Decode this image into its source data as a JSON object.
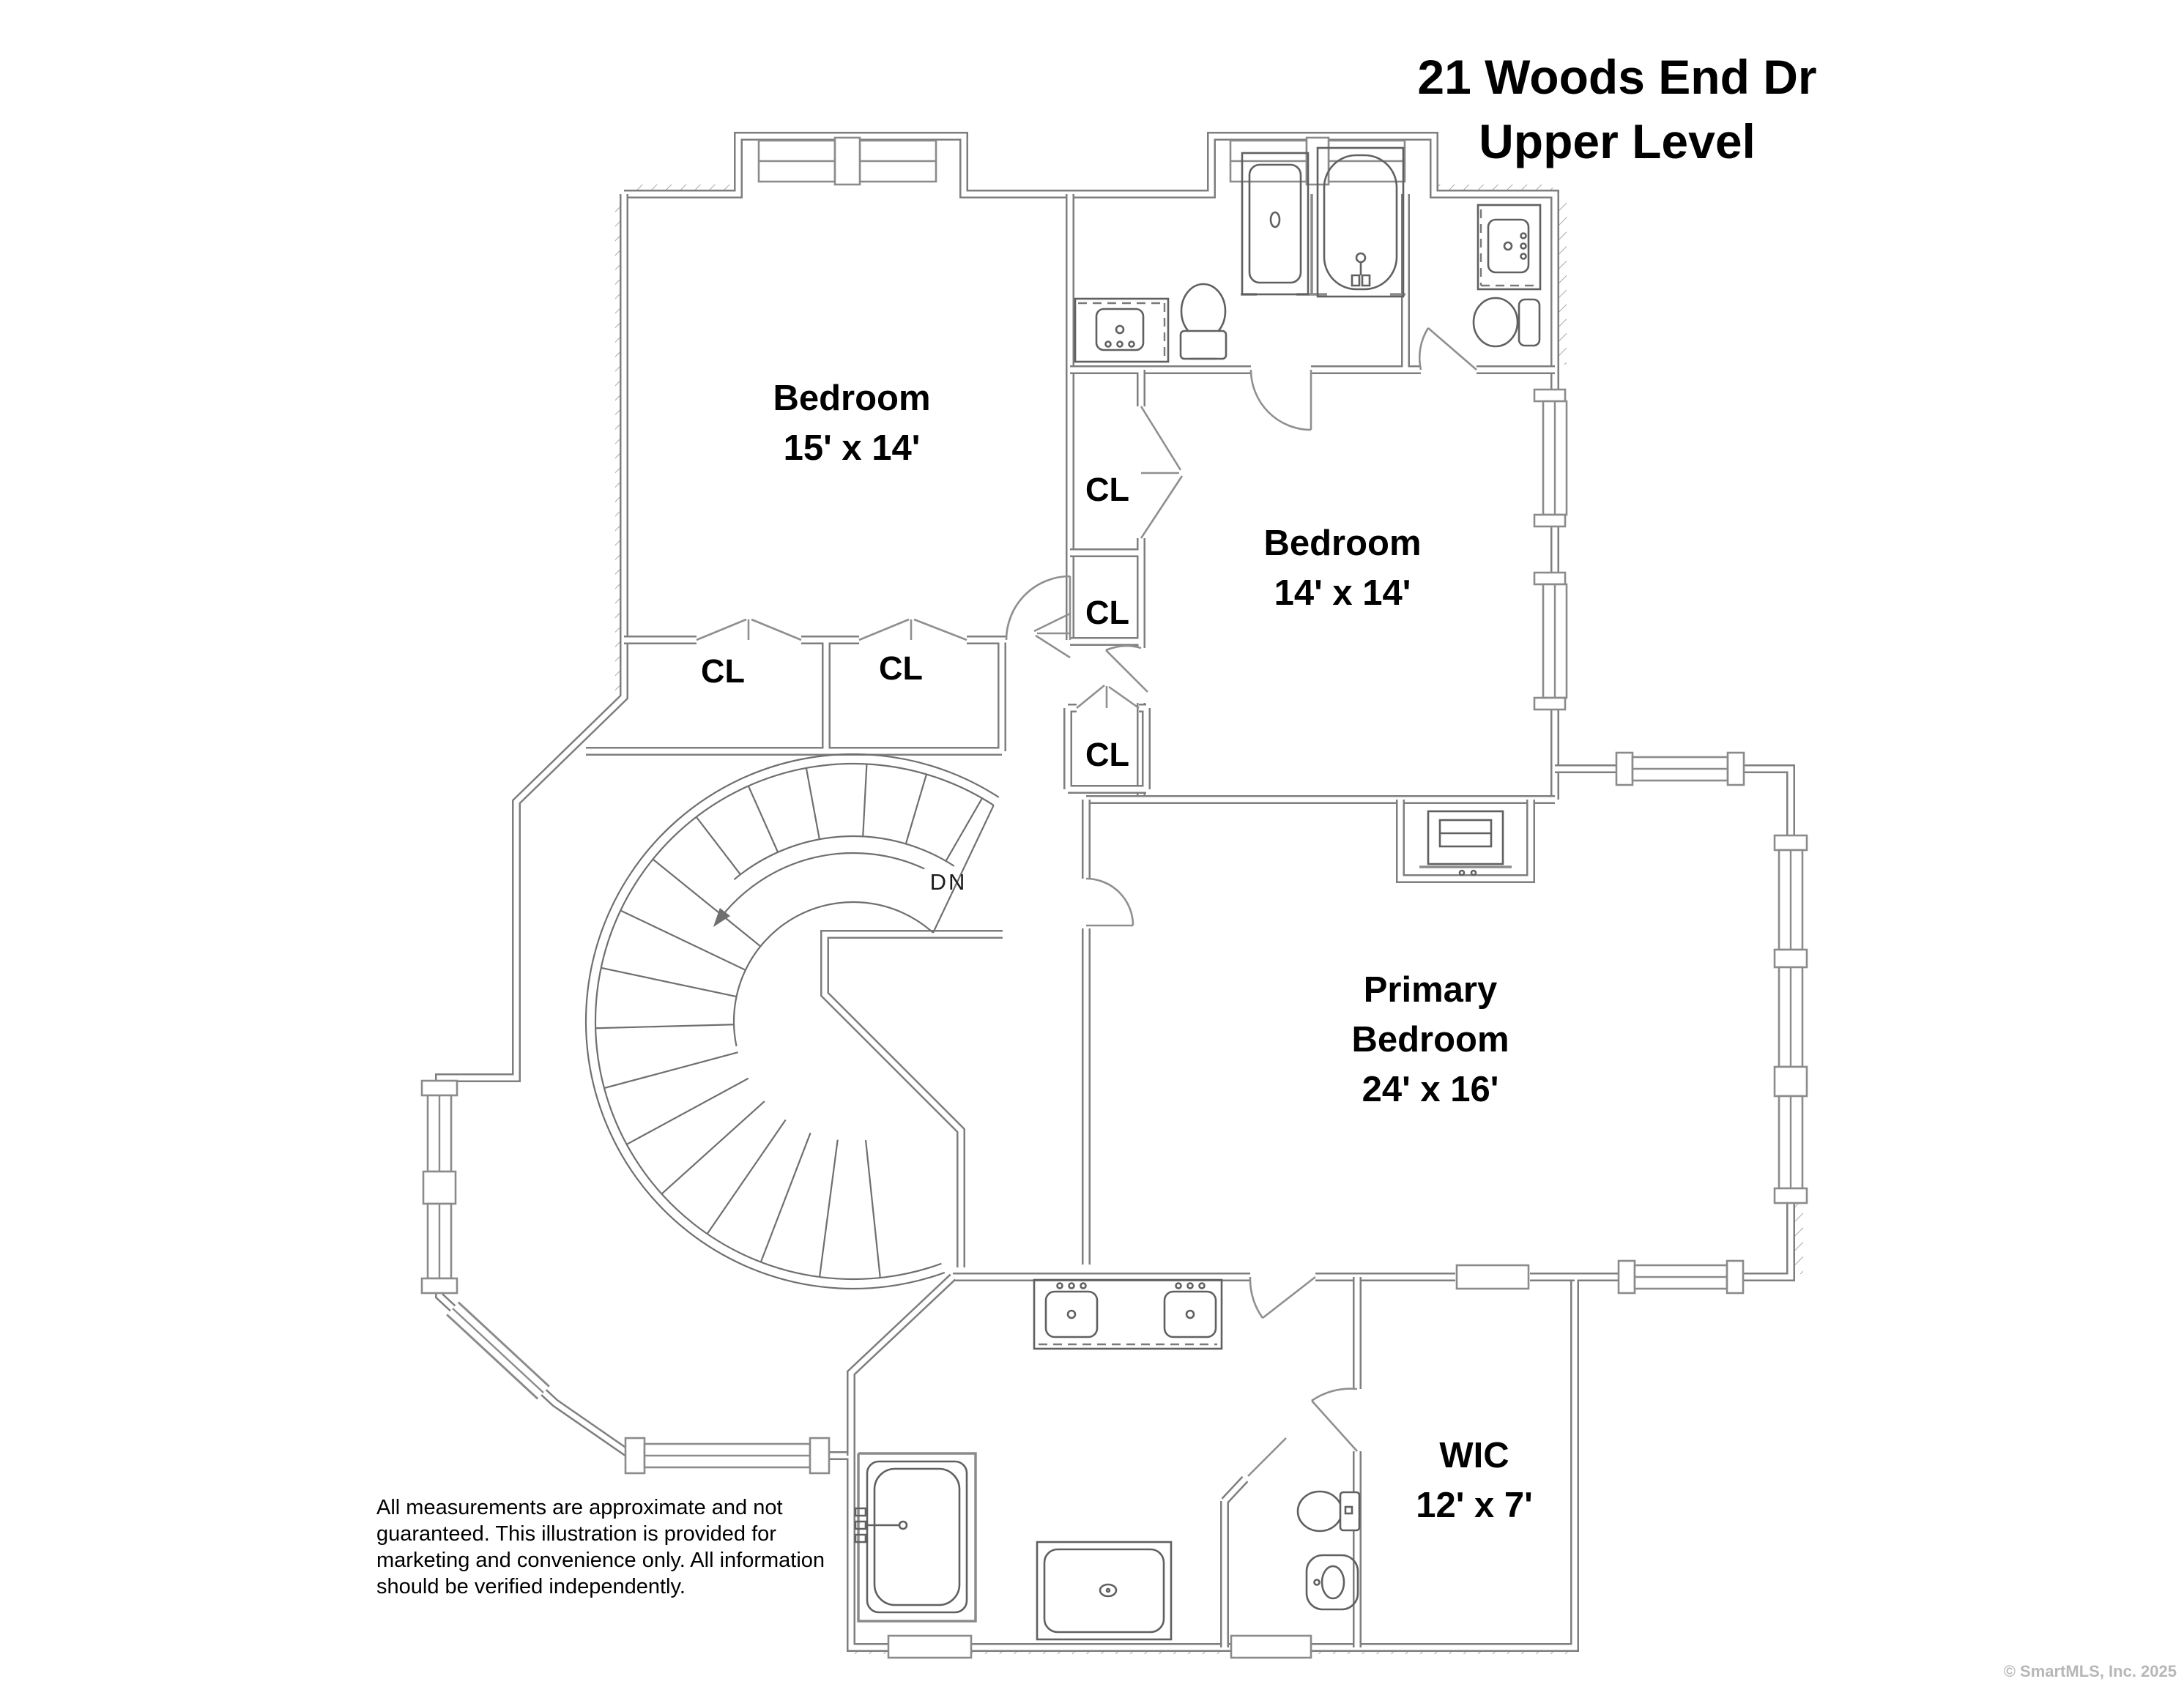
{
  "title": {
    "line1": "21 Woods End Dr",
    "line2": "Upper Level"
  },
  "rooms": [
    {
      "id": "bedroom-1",
      "name": "Bedroom",
      "dims": "15' x 14'"
    },
    {
      "id": "bedroom-2",
      "name": "Bedroom",
      "dims": "14' x 14'"
    },
    {
      "id": "primary-bedroom",
      "name1": "Primary",
      "name2": "Bedroom",
      "dims": "24' x 16'"
    },
    {
      "id": "wic",
      "name": "WIC",
      "dims": "12' x 7'"
    }
  ],
  "closets": {
    "label": "CL",
    "count": 5
  },
  "stairs": {
    "label": "DN",
    "type": "curved-staircase"
  },
  "disclaimer": {
    "lines": [
      "All measurements are approximate and not",
      "guaranteed. This illustration is provided for",
      "marketing and convenience only. All information",
      "should be verified independently."
    ]
  },
  "copyright": "© SmartMLS, Inc.  2025",
  "colors": {
    "background": "#ffffff",
    "walls": "#7e7e7e",
    "text": "#000000",
    "copyright_text": "#b7b7b7"
  }
}
